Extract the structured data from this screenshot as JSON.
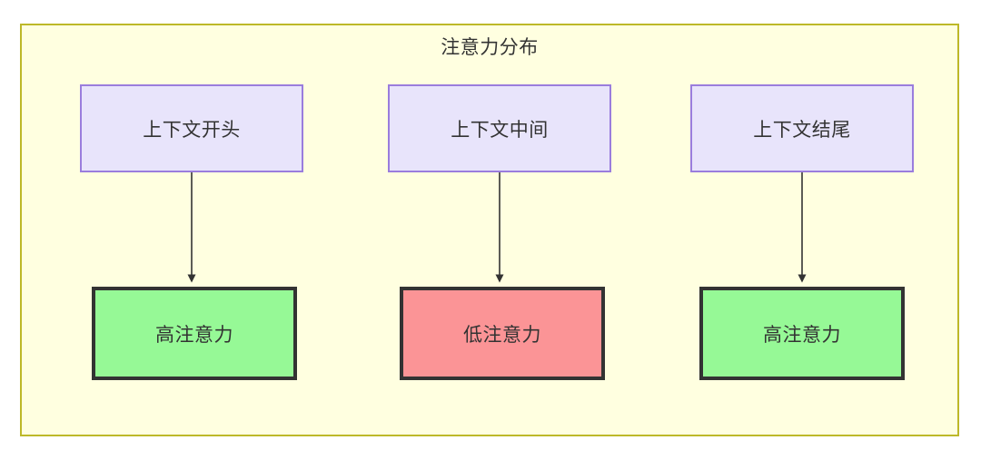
{
  "diagram": {
    "title": "注意力分布",
    "colors": {
      "container_fill": "#ffffe0",
      "container_border": "#bdb829",
      "context_fill": "#e8e4fb",
      "context_border": "#9a7ddd",
      "high_attention_fill": "#96f996",
      "low_attention_fill": "#fb9496",
      "node_border": "#333333",
      "text": "#333333",
      "edge": "#333333"
    },
    "context_nodes": [
      {
        "id": "ctx-start",
        "label": "上下文开头"
      },
      {
        "id": "ctx-middle",
        "label": "上下文中间"
      },
      {
        "id": "ctx-end",
        "label": "上下文结尾"
      }
    ],
    "attention_nodes": [
      {
        "id": "attn-start",
        "label": "高注意力",
        "level": "high"
      },
      {
        "id": "attn-middle",
        "label": "低注意力",
        "level": "low"
      },
      {
        "id": "attn-end",
        "label": "高注意力",
        "level": "high"
      }
    ],
    "edges": [
      {
        "from": "ctx-start",
        "to": "attn-start",
        "label": ""
      },
      {
        "from": "ctx-middle",
        "to": "attn-middle",
        "label": ""
      },
      {
        "from": "ctx-end",
        "to": "attn-end",
        "label": ""
      }
    ]
  }
}
